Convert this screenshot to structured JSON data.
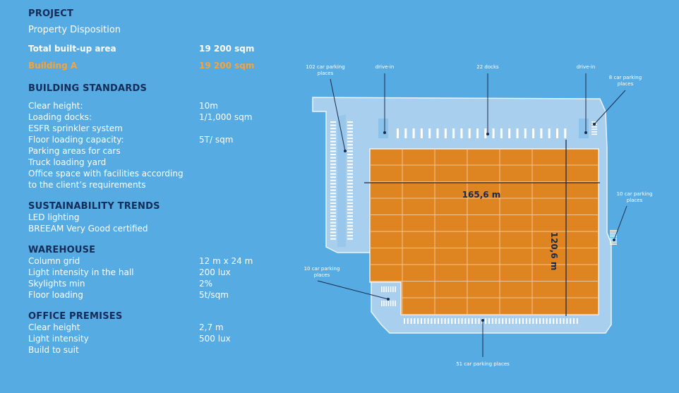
{
  "project": {
    "title": "PROJECT",
    "subtitle": "Property Disposition",
    "total_label": "Total built-up area",
    "total_value": "19 200  sqm",
    "building_label": "Building A",
    "building_value": "19 200 sqm"
  },
  "building_standards": {
    "title": "BUILDING STANDARDS",
    "rows": [
      {
        "label": "Clear height:",
        "value": "10m"
      },
      {
        "label": "Loading docks:",
        "value": "1/1,000 sqm"
      },
      {
        "label": "ESFR sprinkler system",
        "value": ""
      },
      {
        "label": "Floor loading capacity:",
        "value": "5T/ sqm"
      },
      {
        "label": "Parking areas for cars",
        "value": ""
      },
      {
        "label": "Truck loading yard",
        "value": ""
      },
      {
        "label": "Office space with facilities according",
        "value": ""
      },
      {
        "label": "to the client’s requirements",
        "value": ""
      }
    ]
  },
  "sustainability": {
    "title": "SUSTAINABILITY TRENDS",
    "rows": [
      {
        "label": "LED lighting"
      },
      {
        "label": "BREEAM Very Good certified"
      }
    ]
  },
  "warehouse": {
    "title": "WAREHOUSE",
    "rows": [
      {
        "label": "Column grid",
        "value": "12 m x 24 m"
      },
      {
        "label": "Light intensity in the hall",
        "value": "200 lux"
      },
      {
        "label": "Skylights min",
        "value": "2%"
      },
      {
        "label": "Floor loading",
        "value": "5t/sqm"
      }
    ]
  },
  "office": {
    "title": "OFFICE PREMISES",
    "rows": [
      {
        "label": "Clear height",
        "value": "2,7 m"
      },
      {
        "label": "Light intensity",
        "value": "500 lux"
      },
      {
        "label": "Build to suit",
        "value": ""
      }
    ]
  },
  "site_plan": {
    "labels": {
      "parking_102_line1": "102 car parking",
      "parking_102_line2": "places",
      "drive_in_left": "drive-in",
      "docks": "22 docks",
      "drive_in_right": "drive-in",
      "parking_8_line1": "8 car parking",
      "parking_8_line2": "places",
      "parking_10_right_line1": "10 car parking",
      "parking_10_right_line2": "places",
      "parking_10_left_line1": "10 car parking",
      "parking_10_left_line2": "places",
      "parking_51": "51 car parking places"
    },
    "dimensions": {
      "length": "165,6 m",
      "width": "120,6 m"
    },
    "colors": {
      "background": "#56abe2",
      "site": "#a9cfee",
      "building": "#de8521",
      "heading": "#142c57",
      "highlight": "#f6a33a"
    }
  }
}
